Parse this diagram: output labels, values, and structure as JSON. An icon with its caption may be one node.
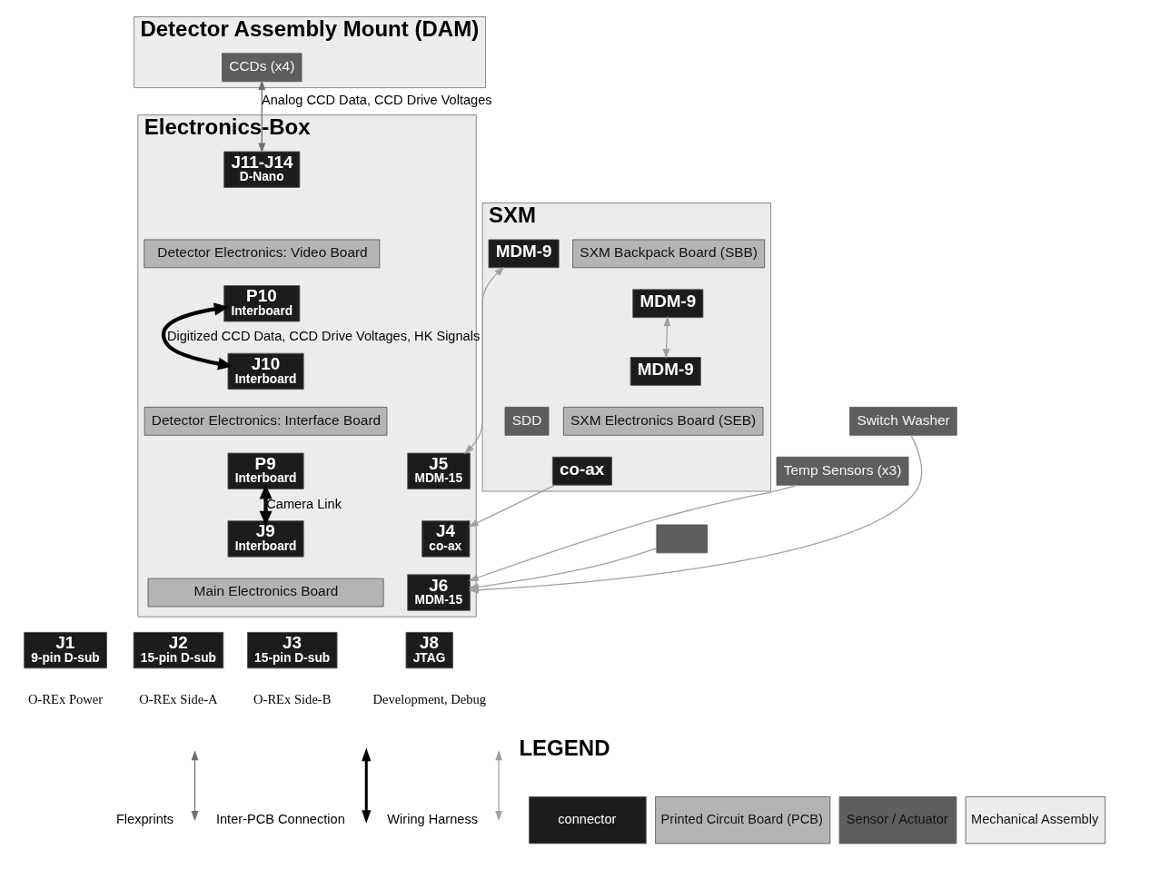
{
  "diagram": {
    "nodes": [
      {
        "text": [
          "Detector Assembly Mount (DAM)"
        ]
      },
      {
        "text": [
          "CCDs (x4)"
        ],
        "in": 0
      },
      {
        "text": [
          "Electronics-Box"
        ]
      },
      {
        "text": [
          "J11-J14",
          "D-Nano"
        ],
        "in": 2
      },
      {
        "text": [
          "Detector Electronics: Video Board"
        ],
        "in": 2
      },
      {
        "text": [
          "P10",
          "Interboard"
        ],
        "in": 2
      },
      {
        "text": [
          "J10",
          "Interboard"
        ],
        "in": 2
      },
      {
        "text": [
          "Detector Electronics: Interface Board"
        ],
        "in": 2
      },
      {
        "text": [
          "P9",
          "Interboard"
        ],
        "in": 2
      },
      {
        "text": [
          "J9",
          "Interboard"
        ],
        "in": 2
      },
      {
        "text": [
          "Main Electronics Board"
        ],
        "in": 2
      },
      {
        "text": [
          "J1",
          "9-pin D-sub"
        ],
        "beside": [
          "O-REx Power"
        ]
      },
      {
        "text": [
          "J2",
          "15-pin D-sub"
        ],
        "beside": [
          "O-REx Side-A"
        ]
      },
      {
        "text": [
          "J3",
          "15-pin D-sub"
        ],
        "beside": [
          "O-REx Side-B"
        ]
      },
      {
        "text": [
          "J8",
          "JTAG"
        ],
        "beside": [
          "Development, Debug"
        ]
      },
      {
        "text": [
          "J5",
          "MDM-15"
        ],
        "in": 2
      },
      {
        "text": [
          "J4",
          "co-ax"
        ],
        "in": 2
      },
      {
        "text": [
          "J6",
          "MDM-15"
        ],
        "in": 2
      },
      {
        "text": [
          "SXM"
        ]
      },
      {
        "text": [
          "SXM Backpack Board (SBB)"
        ],
        "in": 18
      },
      {
        "text": [
          "MDM-9"
        ],
        "in": 18
      },
      {
        "text": [
          "MDM-9"
        ],
        "in": 18
      },
      {
        "text": [
          "MDM-9"
        ],
        "in": 18
      },
      {
        "text": [
          "SXM Electronics Board (SEB)"
        ],
        "in": 18
      },
      {
        "text": [
          "SDD"
        ],
        "in": 18
      },
      {
        "text": [
          "co-ax"
        ],
        "in": 18
      },
      {
        "text": [
          "Switch Washer"
        ]
      },
      {
        "text": [
          "Temp Sensors (x3)"
        ]
      },
      {
        "text": [],
        "shape": "box"
      }
    ],
    "edges": [
      {
        "from": 1,
        "to": 3,
        "arrow": "both",
        "label": "Analog CCD Data, CCD Drive Voltages",
        "color": "#6e6e6e"
      },
      {
        "from": 5,
        "to": 6,
        "arrow": "both",
        "label": "Digitized CCD Data, CCD Drive Voltages, HK Signals",
        "style": "thick",
        "color": "#000000"
      },
      {
        "from": 8,
        "to": 9,
        "arrow": "both",
        "label": "Camera Link",
        "style": "thick",
        "color": "#000000"
      },
      {
        "from": 20,
        "to": 15,
        "arrow": "both"
      },
      {
        "from": 21,
        "to": 22,
        "arrow": "both"
      },
      {
        "from": 25,
        "to": 16,
        "arrow": "to"
      },
      {
        "from": 26,
        "to": 17,
        "arrow": "to"
      },
      {
        "from": 27,
        "to": 17,
        "arrow": "to"
      },
      {
        "from": 28,
        "to": 17,
        "arrow": "to"
      }
    ],
    "labels": [
      "LEGEND"
    ],
    "legend": [
      {
        "text": "Flexprints"
      },
      {
        "text": "Inter-PCB Connection"
      },
      {
        "text": "Wiring Harness"
      },
      {
        "text": "connector",
        "color": "#1c1c1c"
      },
      {
        "text": "Printed Circuit Board (PCB)",
        "color": "#b4b4b4"
      },
      {
        "text": "Sensor / Actuator",
        "color": "#5e5e5e"
      },
      {
        "text": "Mechanical Assembly",
        "color": "#ececec"
      }
    ]
  }
}
